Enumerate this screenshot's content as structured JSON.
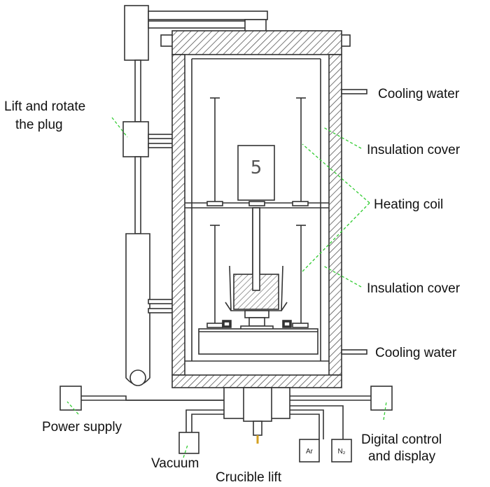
{
  "labels": {
    "lift_rotate_line1": "Lift and rotate",
    "lift_rotate_line2": "the plug",
    "cooling_water_top": "Cooling water",
    "insulation_cover_top": "Insulation cover",
    "heating_coil": "Heating coil",
    "insulation_cover_bottom": "Insulation cover",
    "cooling_water_bottom": "Cooling water",
    "power_supply": "Power supply",
    "digital_control_line1": "Digital control",
    "digital_control_line2": "and display",
    "vacuum": "Vacuum",
    "crucible_lift": "Crucible lift",
    "sample_number": "5",
    "gas_ar": "Ar",
    "gas_n2": "N₂"
  },
  "colors": {
    "line": "#333333",
    "leader": "#33cc33",
    "hatch": "#555555",
    "crucible_stem": "#d4a020"
  }
}
